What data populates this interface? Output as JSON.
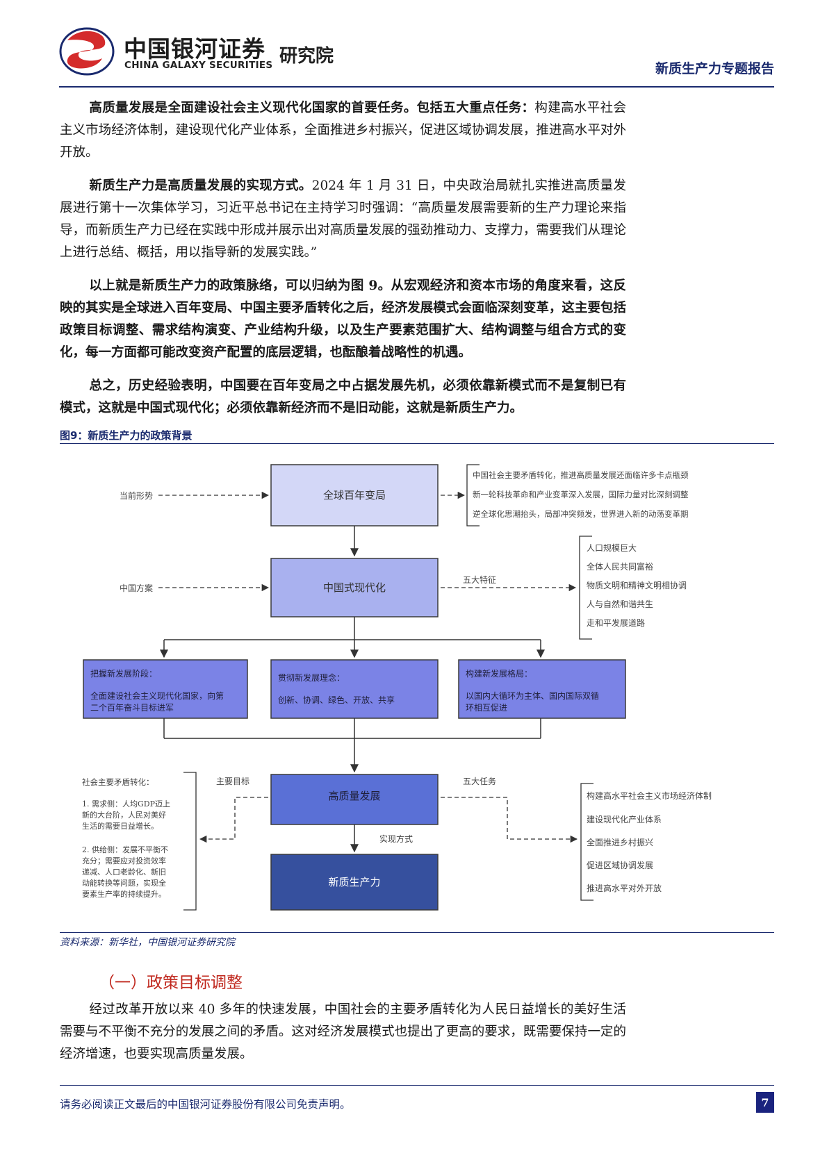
{
  "header": {
    "brand_cn": "中国银河证券",
    "brand_en": "CHINA GALAXY SECURITIES",
    "brand_inst": "研究院",
    "report_type": "新质生产力专题报告",
    "logo_color_red": "#d42b2b",
    "logo_color_navy": "#1a2a6e"
  },
  "paragraphs": {
    "p1": {
      "lead": "高质量发展是全面建设社会主义现代化国家的首要任务。包括五大重点任务：",
      "rest": "构建高水平社会主义市场经济体制，建设现代化产业体系，全面推进乡村振兴，促进区域协调发展，推进高水平对外开放。"
    },
    "p2": {
      "lead": "新质生产力是高质量发展的实现方式。",
      "rest": "2024 年 1 月 31 日，中央政治局就扎实推进高质量发展进行第十一次集体学习，习近平总书记在主持学习时强调：“高质量发展需要新的生产力理论来指导，而新质生产力已经在实践中形成并展示出对高质量发展的强劲推动力、支撑力，需要我们从理论上进行总结、概括，用以指导新的发展实践。”"
    },
    "p3": "以上就是新质生产力的政策脉络，可以归纳为图 9。从宏观经济和资本市场的角度来看，这反映的其实是全球进入百年变局、中国主要矛盾转化之后，经济发展模式会面临深刻变革，这主要包括政策目标调整、需求结构演变、产业结构升级，以及生产要素范围扩大、结构调整与组合方式的变化，每一方面都可能改变资产配置的底层逻辑，也酝酿着战略性的机遇。",
    "p4": "总之，历史经验表明，中国要在百年变局之中占据发展先机，必须依靠新模式而不是复制已有模式，这就是中国式现代化；必须依靠新经济而不是旧动能，这就是新质生产力。",
    "p5": "经过改革开放以来 40 多年的快速发展，中国社会的主要矛盾转化为人民日益增长的美好生活需要与不平衡不充分的发展之间的矛盾。这对经济发展模式也提出了更高的要求，既需要保持一定的经济增速，也要实现高质量发展。"
  },
  "figure": {
    "title": "图9：新质生产力的政策背景",
    "source": "资料来源：新华社，中国银河证券研究院"
  },
  "diagram": {
    "colors": {
      "box1": "#d3d7f7",
      "box2": "#a9b1ef",
      "box3": "#7b83e6",
      "box4": "#5a70d6",
      "box5": "#36509e",
      "stroke": "#3a3a3a"
    },
    "box_global": "全球百年变局",
    "box_modern": "中国式现代化",
    "box_hq": "高质量发展",
    "box_np": "新质生产力",
    "label_current": "当前形势",
    "label_plan": "中国方案",
    "label_five_features": "五大特征",
    "label_main_goal": "主要目标",
    "label_five_tasks": "五大任务",
    "label_method": "实现方式",
    "situation": [
      "中国社会主要矛盾转化，推进高质量发展还面临许多卡点瓶颈",
      "新一轮科技革命和产业变革深入发展，国际力量对比深刻调整",
      "逆全球化思潮抬头，局部冲突频发，世界进入新的动荡变革期"
    ],
    "features": [
      "人口规模巨大",
      "全体人民共同富裕",
      "物质文明和精神文明相协调",
      "人与自然和谐共生",
      "走和平发展道路"
    ],
    "stage": {
      "title": "把握新发展阶段：",
      "l1": "全面建设社会主义现代化国家，向第",
      "l2": "二个百年奋斗目标进军"
    },
    "concept": {
      "title": "贯彻新发展理念：",
      "l1": "创新、协调、绿色、开放、共享"
    },
    "pattern": {
      "title": "构建新发展格局：",
      "l1": "以国内大循环为主体、国内国际双循",
      "l2": "环相互促进"
    },
    "contradiction": {
      "title": "社会主要矛盾转化：",
      "demand": [
        "1. 需求侧：人均GDP迈上",
        "新的大台阶，人民对美好",
        "生活的需要日益增长。"
      ],
      "supply": [
        "2. 供给侧：发展不平衡不",
        "充分；需要应对投资效率",
        "递减、人口老龄化、新旧",
        "动能转换等问题，实现全",
        "要素生产率的持续提升。"
      ]
    },
    "tasks": [
      "构建高水平社会主义市场经济体制",
      "建设现代化产业体系",
      "全面推进乡村振兴",
      "促进区域协调发展",
      "推进高水平对外开放"
    ]
  },
  "section": {
    "heading": "（一）政策目标调整"
  },
  "footer": {
    "disclaimer": "请务必阅读正文最后的中国银河证券股份有限公司免责声明。",
    "page": "7"
  }
}
